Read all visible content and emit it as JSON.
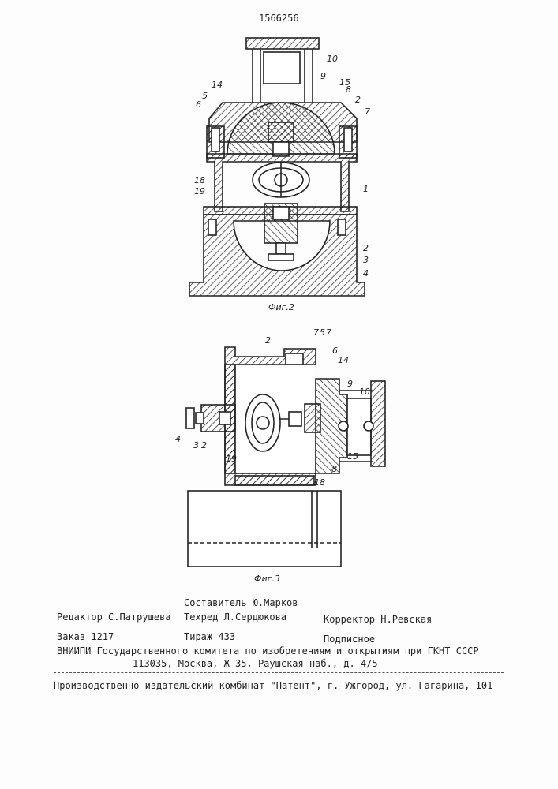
{
  "header": {
    "patent_number": "1566256"
  },
  "fig2": {
    "caption": "Фиг.2",
    "labels": [
      "10",
      "9",
      "14",
      "15",
      "8",
      "5",
      "2",
      "6",
      "7",
      "18",
      "19",
      "1",
      "2",
      "3",
      "4"
    ]
  },
  "fig3": {
    "caption": "Фиг.3",
    "labels": [
      "2",
      "7",
      "5",
      "7",
      "6",
      "14",
      "9",
      "10",
      "4",
      "3",
      "2",
      "19",
      "8",
      "15",
      "18"
    ]
  },
  "footer": {
    "compiler": "Составитель Ю.Марков",
    "editor": "Редактор С.Патрушева",
    "techred": "Техред Л.Сердюкова",
    "corrector": "Корректор Н.Ревская",
    "order": "Заказ 1217",
    "circulation": "Тираж 433",
    "subscription": "Подписное",
    "org": "ВНИИПИ Государственного комитета по изобретениям и открытиям при ГКНТ СССР",
    "address": "113035, Москва, Ж-35, Раушская наб., д. 4/5",
    "printer": "Производственно-издательский комбинат \"Патент\", г. Ужгород, ул. Гагарина, 101"
  }
}
